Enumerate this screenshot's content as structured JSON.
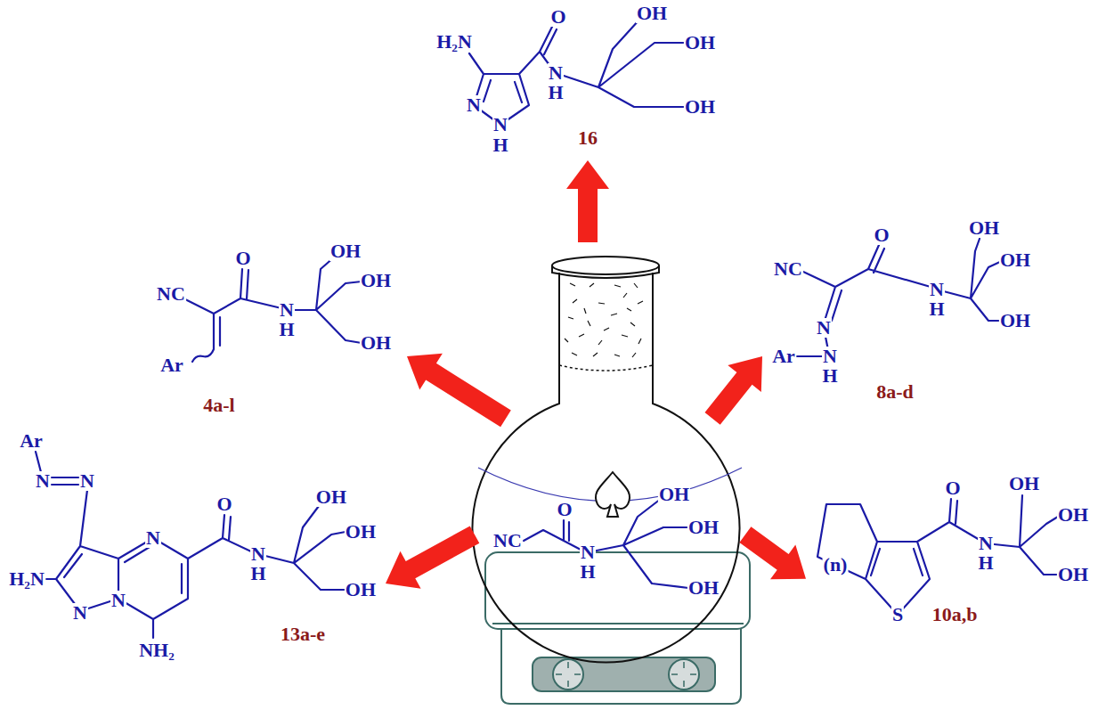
{
  "diagram": {
    "nodes": [
      {
        "text": [
          "H₂N",
          "O",
          "OH",
          "OH",
          "N",
          "H",
          "OH",
          "N",
          "N",
          "H",
          "16"
        ]
      },
      {
        "text": [
          "NC",
          "O",
          "OH",
          "OH",
          "N",
          "H",
          "OH",
          "Ar",
          "4a-l"
        ]
      },
      {
        "text": [
          "NC",
          "O",
          "OH",
          "OH",
          "N",
          "H",
          "OH",
          "N",
          "Ar",
          "N",
          "H",
          "8a-d"
        ]
      },
      {
        "text": [
          "Ar",
          "N",
          "N",
          "N",
          "O",
          "OH",
          "OH",
          "N",
          "H",
          "OH",
          "H₂N",
          "N",
          "N",
          "NH₂",
          "13a-e"
        ]
      },
      {
        "text": [
          "O",
          "OH",
          "NC",
          "OH",
          "N",
          "H",
          "OH"
        ]
      },
      {
        "text": [
          "O",
          "OH",
          "OH",
          "N",
          "H",
          "OH",
          "(n)",
          "S",
          "10a,b"
        ]
      }
    ],
    "edges": [
      {
        "from": 4,
        "to": 0,
        "arrow": "to"
      },
      {
        "from": 4,
        "to": 1,
        "arrow": "to"
      },
      {
        "from": 4,
        "to": 2,
        "arrow": "to"
      },
      {
        "from": 4,
        "to": 3,
        "arrow": "to"
      },
      {
        "from": 4,
        "to": 5,
        "arrow": "to"
      }
    ]
  }
}
